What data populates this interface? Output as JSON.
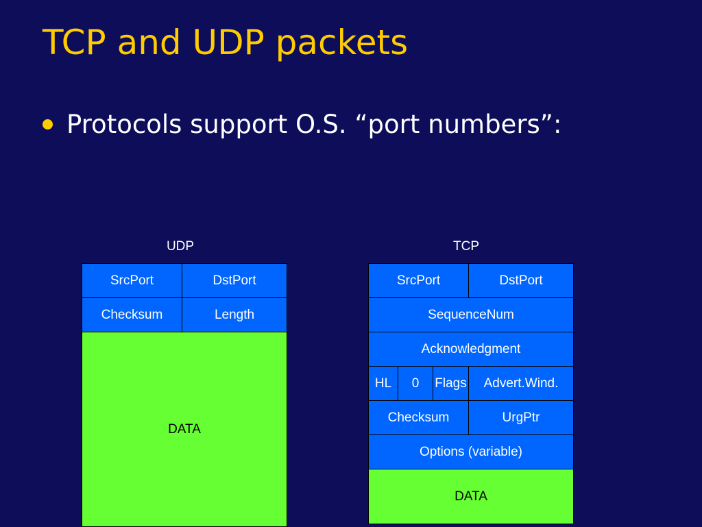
{
  "slide": {
    "title": "TCP and UDP packets",
    "bullet": "Protocols support O.S.  “port numbers”:"
  },
  "udp": {
    "label": "UDP",
    "rows": [
      [
        "SrcPort",
        "DstPort"
      ],
      [
        "Checksum",
        "Length"
      ]
    ],
    "data": "DATA"
  },
  "tcp": {
    "label": "TCP",
    "rows": [
      [
        "SrcPort",
        "DstPort"
      ],
      [
        "SequenceNum"
      ],
      [
        "Acknowledgment"
      ],
      [
        "HL",
        "0",
        "Flags",
        "Advert.Wind."
      ],
      [
        "Checksum",
        "UrgPtr"
      ],
      [
        "Options (variable)"
      ]
    ],
    "data": "DATA"
  },
  "colors": {
    "background": "#0d0d5a",
    "title": "#ffcc00",
    "header_cell": "#0066ff",
    "data_cell": "#66ff33"
  }
}
